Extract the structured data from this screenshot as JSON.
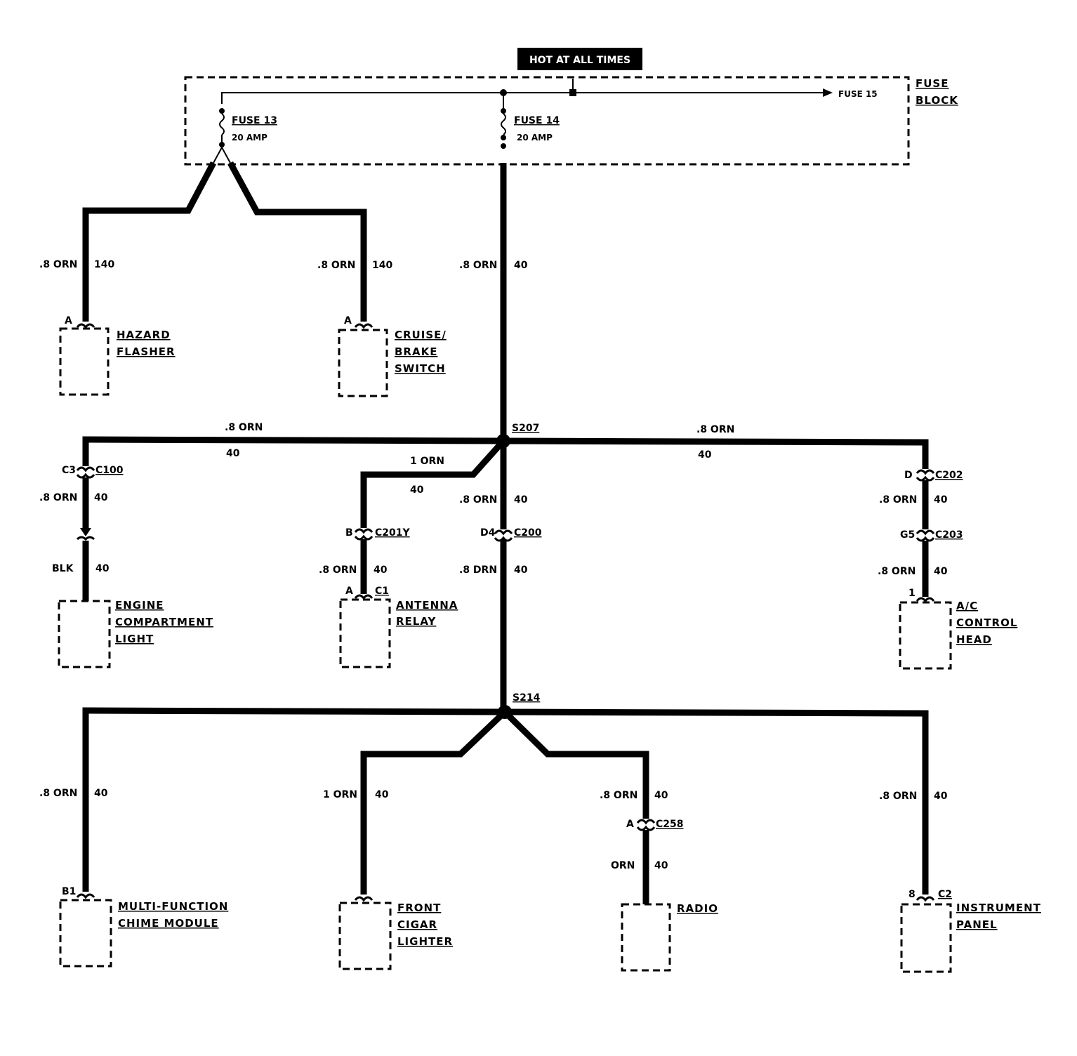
{
  "header": {
    "hot_label": "HOT AT ALL TIMES"
  },
  "fuse_block": {
    "label_line1": "FUSE",
    "label_line2": "BLOCK",
    "fuse15": "FUSE 15",
    "fuse13": {
      "name": "FUSE 13",
      "rating": "20 AMP"
    },
    "fuse14": {
      "name": "FUSE 14",
      "rating": "20 AMP"
    }
  },
  "wires": {
    "hazard": {
      "gauge": ".8 ORN",
      "circuit": "140"
    },
    "cruise": {
      "gauge": ".8 ORN",
      "circuit": "140"
    },
    "main": {
      "gauge": ".8 ORN",
      "circuit": "40"
    },
    "s207_left": {
      "gauge": ".8 ORN",
      "circuit": "40"
    },
    "s207_right": {
      "gauge": ".8 ORN",
      "circuit": "40"
    },
    "antenna_branch": {
      "gauge": "1 ORN",
      "circuit": "40"
    },
    "engine_upper": {
      "gauge": ".8 ORN",
      "circuit": "40"
    },
    "engine_lower": {
      "gauge": "BLK",
      "circuit": "40"
    },
    "antenna_lower": {
      "gauge": ".8 ORN",
      "circuit": "40"
    },
    "center_upper": {
      "gauge": ".8 ORN",
      "circuit": "40"
    },
    "center_lower": {
      "gauge": ".8 DRN",
      "circuit": "40"
    },
    "ac_upper": {
      "gauge": ".8 ORN",
      "circuit": "40"
    },
    "ac_lower": {
      "gauge": ".8 ORN",
      "circuit": "40"
    },
    "chime": {
      "gauge": ".8 ORN",
      "circuit": "40"
    },
    "cigar": {
      "gauge": "1 ORN",
      "circuit": "40"
    },
    "radio_upper": {
      "gauge": ".8 ORN",
      "circuit": "40"
    },
    "radio_lower": {
      "gauge": "ORN",
      "circuit": "40"
    },
    "panel": {
      "gauge": ".8 ORN",
      "circuit": "40"
    }
  },
  "splices": {
    "s207": "S207",
    "s214": "S214"
  },
  "connectors": {
    "c100": {
      "name": "C100",
      "pin": "C3"
    },
    "c201y": {
      "name": "C201Y",
      "pin": "B"
    },
    "c200": {
      "name": "C200",
      "pin": "D4"
    },
    "c202": {
      "name": "C202",
      "pin": "D"
    },
    "c203": {
      "name": "C203",
      "pin": "G5"
    },
    "c1": {
      "name": "C1",
      "pin": "A"
    },
    "c258": {
      "name": "C258",
      "pin": "A"
    },
    "c2": {
      "name": "C2",
      "pin": "8"
    }
  },
  "components": {
    "hazard": {
      "pin": "A",
      "line1": "HAZARD",
      "line2": "FLASHER"
    },
    "cruise": {
      "pin": "A",
      "line1": "CRUISE/",
      "line2": "BRAKE",
      "line3": "SWITCH"
    },
    "engine": {
      "line1": "ENGINE",
      "line2": "COMPARTMENT",
      "line3": "LIGHT"
    },
    "antenna": {
      "line1": "ANTENNA",
      "line2": "RELAY"
    },
    "ac": {
      "pin": "1",
      "line1": "A/C",
      "line2": "CONTROL",
      "line3": "HEAD"
    },
    "chime": {
      "pin": "B1",
      "line1": "MULTI-FUNCTION",
      "line2": "CHIME MODULE"
    },
    "cigar": {
      "line1": "FRONT",
      "line2": "CIGAR",
      "line3": "LIGHTER"
    },
    "radio": {
      "line1": "RADIO"
    },
    "panel": {
      "line1": "INSTRUMENT",
      "line2": "PANEL"
    }
  }
}
